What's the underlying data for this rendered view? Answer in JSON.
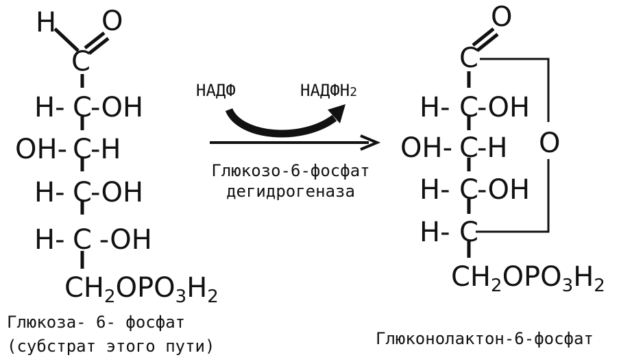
{
  "substrate": {
    "rows": [
      {
        "left": "H",
        "right": "O"
      },
      {
        "center": "C"
      },
      {
        "left": "H-",
        "center": "C",
        "right": "-OH"
      },
      {
        "left": "OH-",
        "center": "C",
        "right": "-H"
      },
      {
        "left": "H-",
        "center": "C",
        "right": "-OH"
      },
      {
        "left": "H-",
        "center": "C",
        "right": " -OH"
      }
    ],
    "terminal": {
      "p1": "CH",
      "s1": "2",
      "p2": "OPO",
      "s2": "3",
      "p3": "H",
      "s3": "2"
    },
    "caption_line1": "Глюкоза- 6- фосфат",
    "caption_line2": "(субстрат этого пути)"
  },
  "reaction": {
    "cofactor_in": "НАДФ",
    "cofactor_out": "НАДФН",
    "cofactor_out_sub": "2",
    "enzyme_line1": "Глюкозо-6-фосфат",
    "enzyme_line2": "дегидрогеназа"
  },
  "product": {
    "top_o": "O",
    "ring_o": "O",
    "rows": [
      {
        "center": "C"
      },
      {
        "left": "H-",
        "center": "C",
        "right": "-OH"
      },
      {
        "left": "OH-",
        "center": "C",
        "right": "-H"
      },
      {
        "left": "H-",
        "center": "C",
        "right": "-OH"
      },
      {
        "left": "H-",
        "center": "C"
      }
    ],
    "terminal": {
      "p1": "CH",
      "s1": "2",
      "p2": "OPO",
      "s2": "3",
      "p3": "H",
      "s3": "2"
    },
    "caption": "Глюконолактон-6-фосфат"
  }
}
